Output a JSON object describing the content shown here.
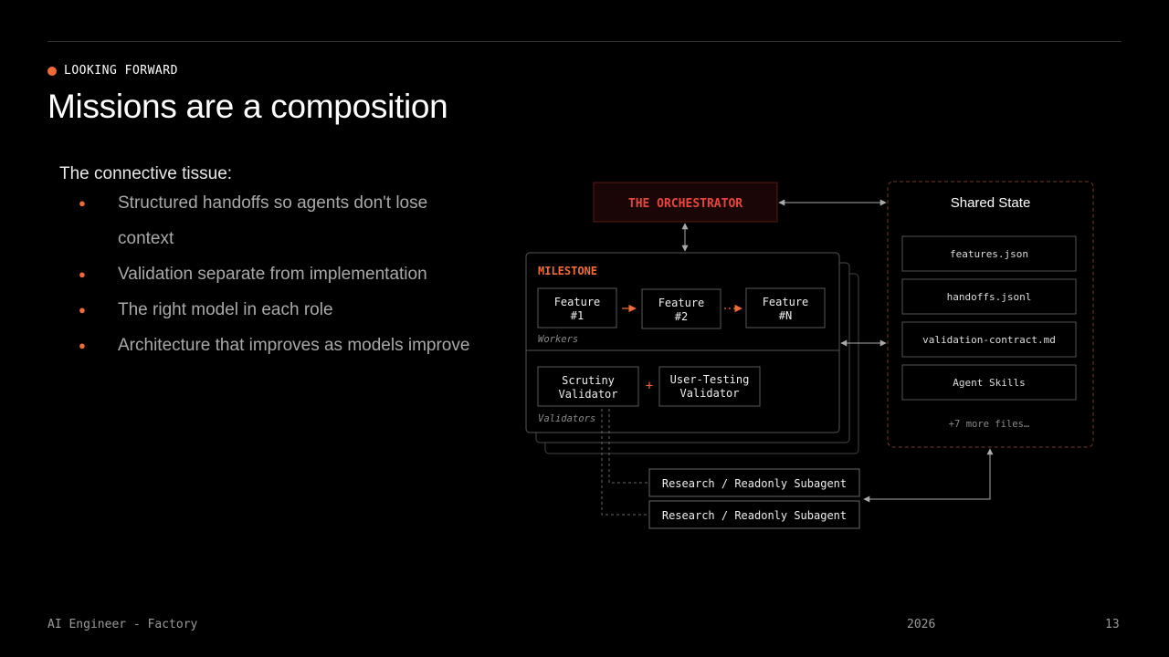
{
  "slide": {
    "eyebrow": "LOOKING FORWARD",
    "title": "Missions are a composition",
    "intro": "The connective tissue:",
    "bullets": [
      "Structured handoffs so agents don't lose context",
      "Validation separate from implementation",
      "The right model in each role",
      "Architecture that improves as models improve"
    ]
  },
  "diagram": {
    "orchestrator": "THE ORCHESTRATOR",
    "milestone": "MILESTONE",
    "features": [
      [
        "Feature",
        "#1"
      ],
      [
        "Feature",
        "#2"
      ],
      [
        "Feature",
        "#N"
      ]
    ],
    "workers_label": "Workers",
    "validators": [
      [
        "Scrutiny",
        "Validator"
      ],
      [
        "User-Testing",
        "Validator"
      ]
    ],
    "plus": "+",
    "validators_label": "Validators",
    "shared_state": {
      "title": "Shared State",
      "files": [
        "features.json",
        "handoffs.jsonl",
        "validation-contract.md",
        "Agent Skills"
      ],
      "more": "+7 more files…"
    },
    "subagents": [
      "Research / Readonly Subagent",
      "Research / Readonly Subagent"
    ],
    "colors": {
      "accent": "#f26a36",
      "orchestrator_red": "#e8453c",
      "box_border": "#555555",
      "arrow": "#aaaaaa"
    }
  },
  "footer": {
    "left": "AI Engineer - Factory",
    "year": "2026",
    "page": "13"
  }
}
